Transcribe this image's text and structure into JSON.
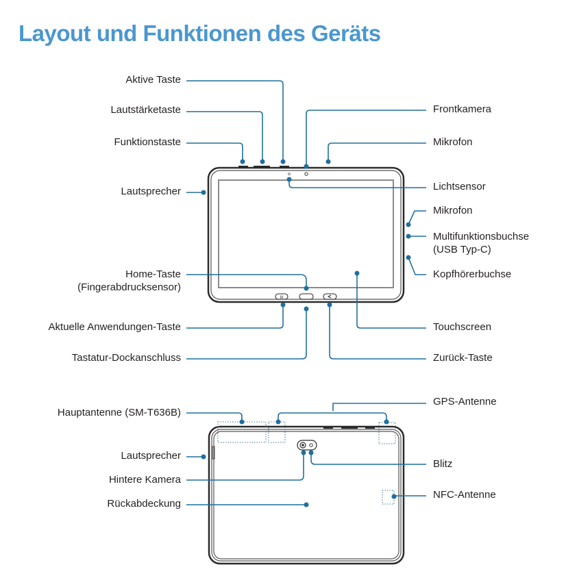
{
  "title": "Layout und Funktionen des Geräts",
  "colors": {
    "title": "#4a97cf",
    "callout": "#1f6f9f",
    "device_outline": "#2b2b2b",
    "text": "#231f20"
  },
  "front_view": {
    "left_labels": [
      {
        "id": "aktive-taste",
        "text": "Aktive Taste"
      },
      {
        "id": "lautstaerketaste",
        "text": "Lautstärketaste"
      },
      {
        "id": "funktionstaste",
        "text": "Funktionstaste"
      },
      {
        "id": "lautsprecher",
        "text": "Lautsprecher"
      },
      {
        "id": "home-taste",
        "text": "Home-Taste",
        "text2": "(Fingerabdrucksensor)"
      },
      {
        "id": "aktuelle-anwendungen-taste",
        "text": "Aktuelle Anwendungen-Taste"
      },
      {
        "id": "tastatur-dockanschluss",
        "text": "Tastatur-Dockanschluss"
      }
    ],
    "right_labels": [
      {
        "id": "frontkamera",
        "text": "Frontkamera"
      },
      {
        "id": "mikrofon-top",
        "text": "Mikrofon"
      },
      {
        "id": "lichtsensor",
        "text": "Lichtsensor"
      },
      {
        "id": "mikrofon-side",
        "text": "Mikrofon"
      },
      {
        "id": "multifunktionsbuchse",
        "text": "Multifunktionsbuchse",
        "text2": "(USB Typ-C)"
      },
      {
        "id": "kopfhoererbuchse",
        "text": "Kopfhörerbuchse"
      },
      {
        "id": "touchscreen",
        "text": "Touchscreen"
      },
      {
        "id": "zurueck-taste",
        "text": "Zurück-Taste"
      }
    ]
  },
  "back_view": {
    "left_labels": [
      {
        "id": "hauptantenne",
        "text": "Hauptantenne (SM-T636B)"
      },
      {
        "id": "lautsprecher-back",
        "text": "Lautsprecher"
      },
      {
        "id": "hintere-kamera",
        "text": "Hintere Kamera"
      },
      {
        "id": "rueckabdeckung",
        "text": "Rückabdeckung"
      }
    ],
    "right_labels": [
      {
        "id": "gps-antenne",
        "text": "GPS-Antenne"
      },
      {
        "id": "blitz",
        "text": "Blitz"
      },
      {
        "id": "nfc-antenne",
        "text": "NFC-Antenne"
      }
    ]
  }
}
